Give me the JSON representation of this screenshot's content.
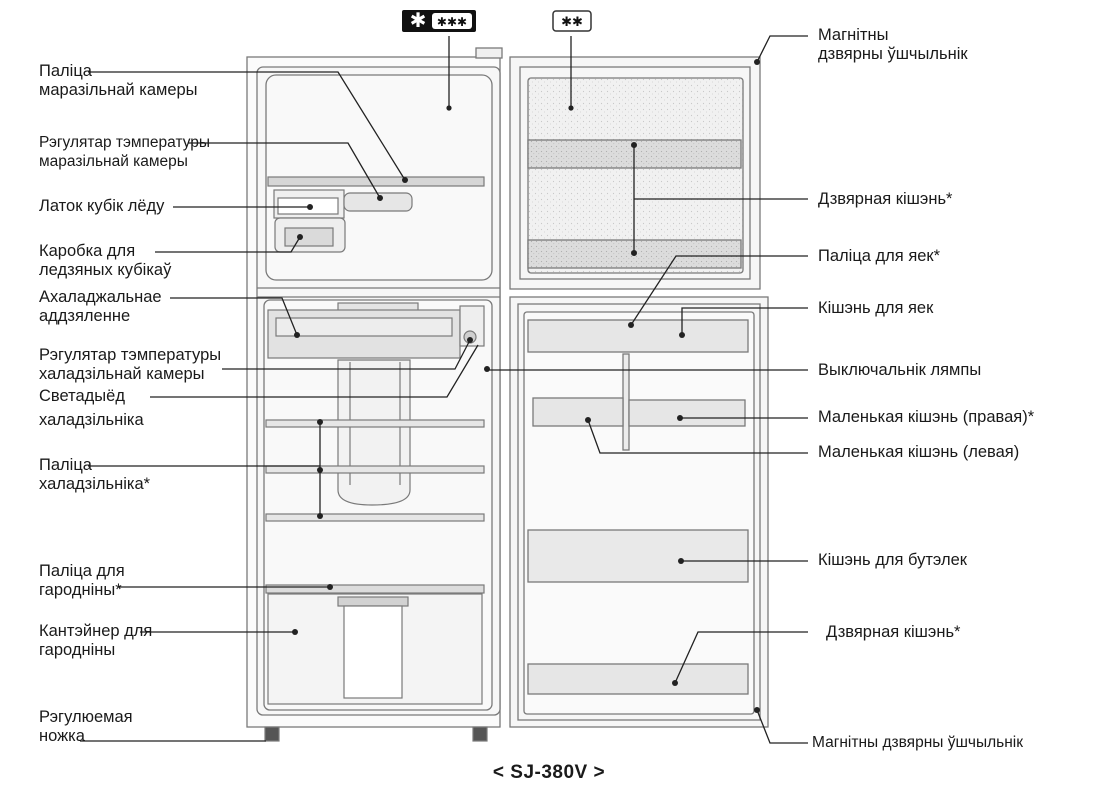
{
  "freezer_badge": {
    "icon": "freezer-star-icon",
    "text": "✱✱✱"
  },
  "fridge_badge": {
    "text": "✱✱"
  },
  "left_labels": [
    {
      "id": "freezer-shelf",
      "lines": [
        "Паліца",
        "маразільнай камеры"
      ]
    },
    {
      "id": "freezer-temp-control",
      "lines": [
        "Рэгулятар тэмпературы",
        "маразільнай камеры"
      ]
    },
    {
      "id": "ice-cube-tray",
      "lines": [
        "Латок кубік лёду"
      ]
    },
    {
      "id": "ice-cube-box",
      "lines": [
        "Каробка для",
        "ледзяных кубікаў"
      ]
    },
    {
      "id": "chilled-compartment",
      "lines": [
        "Ахаладжальнае",
        "аддзяленне"
      ]
    },
    {
      "id": "fridge-temp-control",
      "lines": [
        "Рэгулятар тэмпературы",
        "халадзільнай камеры"
      ]
    },
    {
      "id": "fridge-led",
      "lines": [
        "Светадыёд",
        "халадзільніка"
      ]
    },
    {
      "id": "fridge-shelf",
      "lines": [
        "Паліца",
        "халадзільніка*"
      ]
    },
    {
      "id": "vegetable-shelf",
      "lines": [
        "Паліца для",
        "гародніны*"
      ]
    },
    {
      "id": "vegetable-container",
      "lines": [
        "Кантэйнер для",
        "гародніны"
      ]
    },
    {
      "id": "adjustable-foot",
      "lines": [
        "Рэгулюемая",
        "ножка"
      ]
    }
  ],
  "right_labels": [
    {
      "id": "magnetic-gasket-top",
      "lines": [
        "Магнітны",
        "дзвярны ўшчыльнік"
      ]
    },
    {
      "id": "door-pocket-top",
      "lines": [
        "Дзвярная кішэнь*"
      ]
    },
    {
      "id": "egg-shelf",
      "lines": [
        "Паліца для яек*"
      ]
    },
    {
      "id": "egg-pocket",
      "lines": [
        "Кішэнь для яек"
      ]
    },
    {
      "id": "lamp-switch",
      "lines": [
        "Выключальнік лямпы"
      ]
    },
    {
      "id": "small-pocket-right",
      "lines": [
        "Маленькая кішэнь (правая)*"
      ]
    },
    {
      "id": "small-pocket-left",
      "lines": [
        "Маленькая кішэнь (левая)"
      ]
    },
    {
      "id": "bottle-pocket",
      "lines": [
        "Кішэнь для бутэлек"
      ]
    },
    {
      "id": "door-pocket-bottom",
      "lines": [
        "Дзвярная кішэнь*"
      ]
    },
    {
      "id": "magnetic-gasket-bottom",
      "lines": [
        "Магнітны дзвярны ўшчыльнік"
      ]
    }
  ],
  "model_caption": "< SJ-380V >"
}
